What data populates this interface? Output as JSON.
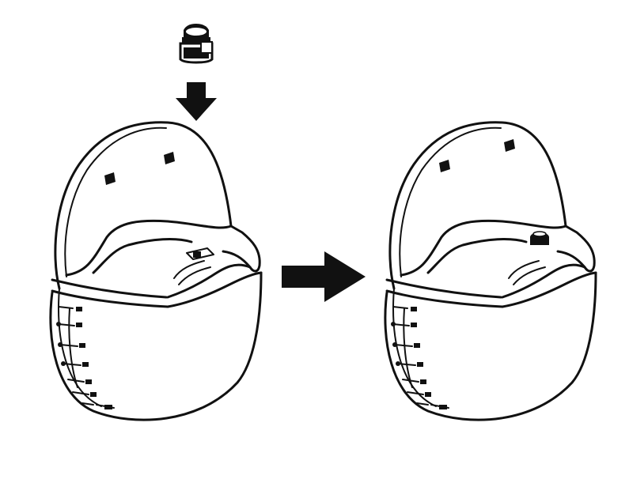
{
  "diagram": {
    "steps": [
      {
        "id": "step-1",
        "part": "valve",
        "cup": "collection-cup"
      },
      {
        "id": "step-2",
        "part": "valve-installed",
        "cup": "collection-cup"
      }
    ],
    "colors": {
      "line": "#111111",
      "background": "#ffffff"
    },
    "icons": [
      "arrow-down-icon",
      "arrow-right-icon",
      "valve-part-icon"
    ]
  }
}
